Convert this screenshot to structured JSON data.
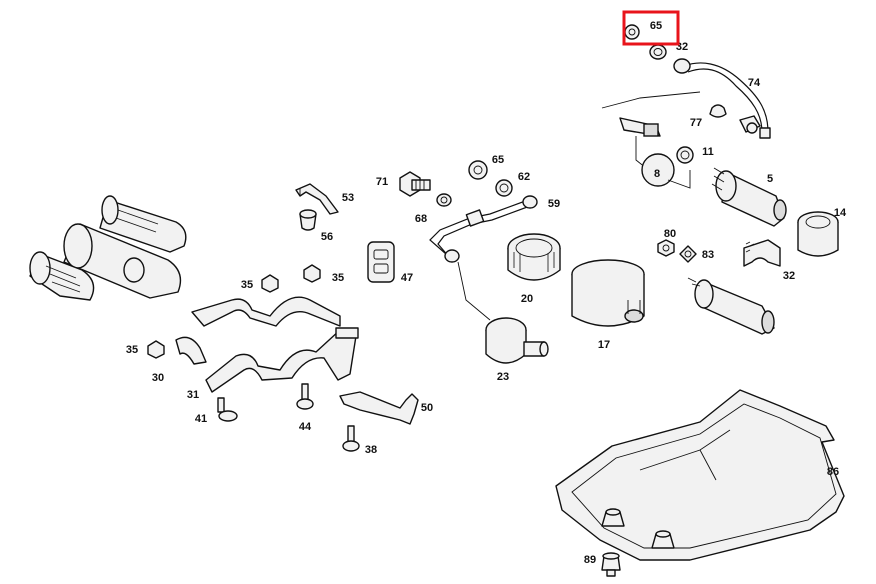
{
  "diagram": {
    "highlight_color": "#e8141b",
    "highlighted_callout": "65",
    "callouts": [
      {
        "id": "c65a",
        "label": "65"
      },
      {
        "id": "c32a",
        "label": "32"
      },
      {
        "id": "c74",
        "label": "74"
      },
      {
        "id": "c77",
        "label": "77"
      },
      {
        "id": "c11",
        "label": "11"
      },
      {
        "id": "c8",
        "label": "8"
      },
      {
        "id": "c5",
        "label": "5"
      },
      {
        "id": "c14",
        "label": "14"
      },
      {
        "id": "c80",
        "label": "80"
      },
      {
        "id": "c83",
        "label": "83"
      },
      {
        "id": "c32b",
        "label": "32"
      },
      {
        "id": "c71",
        "label": "71"
      },
      {
        "id": "c65b",
        "label": "65"
      },
      {
        "id": "c62",
        "label": "62"
      },
      {
        "id": "c59",
        "label": "59"
      },
      {
        "id": "c68",
        "label": "68"
      },
      {
        "id": "c53",
        "label": "53"
      },
      {
        "id": "c56",
        "label": "56"
      },
      {
        "id": "c47",
        "label": "47"
      },
      {
        "id": "c35a",
        "label": "35"
      },
      {
        "id": "c35b",
        "label": "35"
      },
      {
        "id": "c35c",
        "label": "35"
      },
      {
        "id": "c30",
        "label": "30"
      },
      {
        "id": "c31",
        "label": "31"
      },
      {
        "id": "c41",
        "label": "41"
      },
      {
        "id": "c44",
        "label": "44"
      },
      {
        "id": "c38",
        "label": "38"
      },
      {
        "id": "c50",
        "label": "50"
      },
      {
        "id": "c20",
        "label": "20"
      },
      {
        "id": "c17",
        "label": "17"
      },
      {
        "id": "c23",
        "label": "23"
      },
      {
        "id": "c86",
        "label": "86"
      },
      {
        "id": "c89",
        "label": "89"
      }
    ]
  }
}
